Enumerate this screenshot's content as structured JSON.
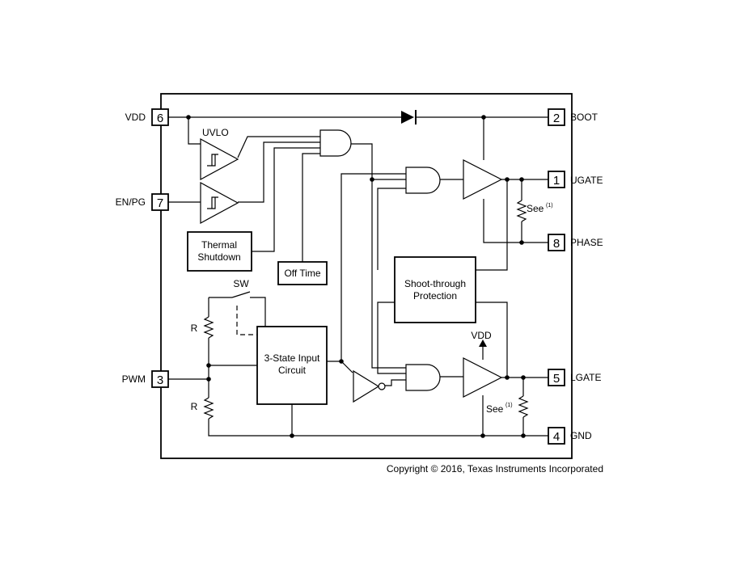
{
  "pins": {
    "vdd": {
      "name": "VDD",
      "number": "6"
    },
    "boot": {
      "name": "BOOT",
      "number": "2"
    },
    "ugate": {
      "name": "UGATE",
      "number": "1"
    },
    "en_pg": {
      "name": "EN/PG",
      "number": "7"
    },
    "phase": {
      "name": "PHASE",
      "number": "8"
    },
    "pwm": {
      "name": "PWM",
      "number": "3"
    },
    "lgate": {
      "name": "LGATE",
      "number": "5"
    },
    "gnd": {
      "name": "GND",
      "number": "4"
    }
  },
  "blocks": {
    "uvlo": "UVLO",
    "thermal_line1": "Thermal",
    "thermal_line2": "Shutdown",
    "off_time": "Off Time",
    "shoot_line1": "Shoot-through",
    "shoot_line2": "Protection",
    "tristate_line1": "3-State Input",
    "tristate_line2": "Circuit"
  },
  "labels": {
    "sw": "SW",
    "r_top": "R",
    "r_bottom": "R",
    "vdd_internal": "VDD",
    "see_upper": "See",
    "see_upper_note": "(1)",
    "see_lower": "See",
    "see_lower_note": "(1)"
  },
  "copyright": "Copyright © 2016, Texas Instruments Incorporated"
}
